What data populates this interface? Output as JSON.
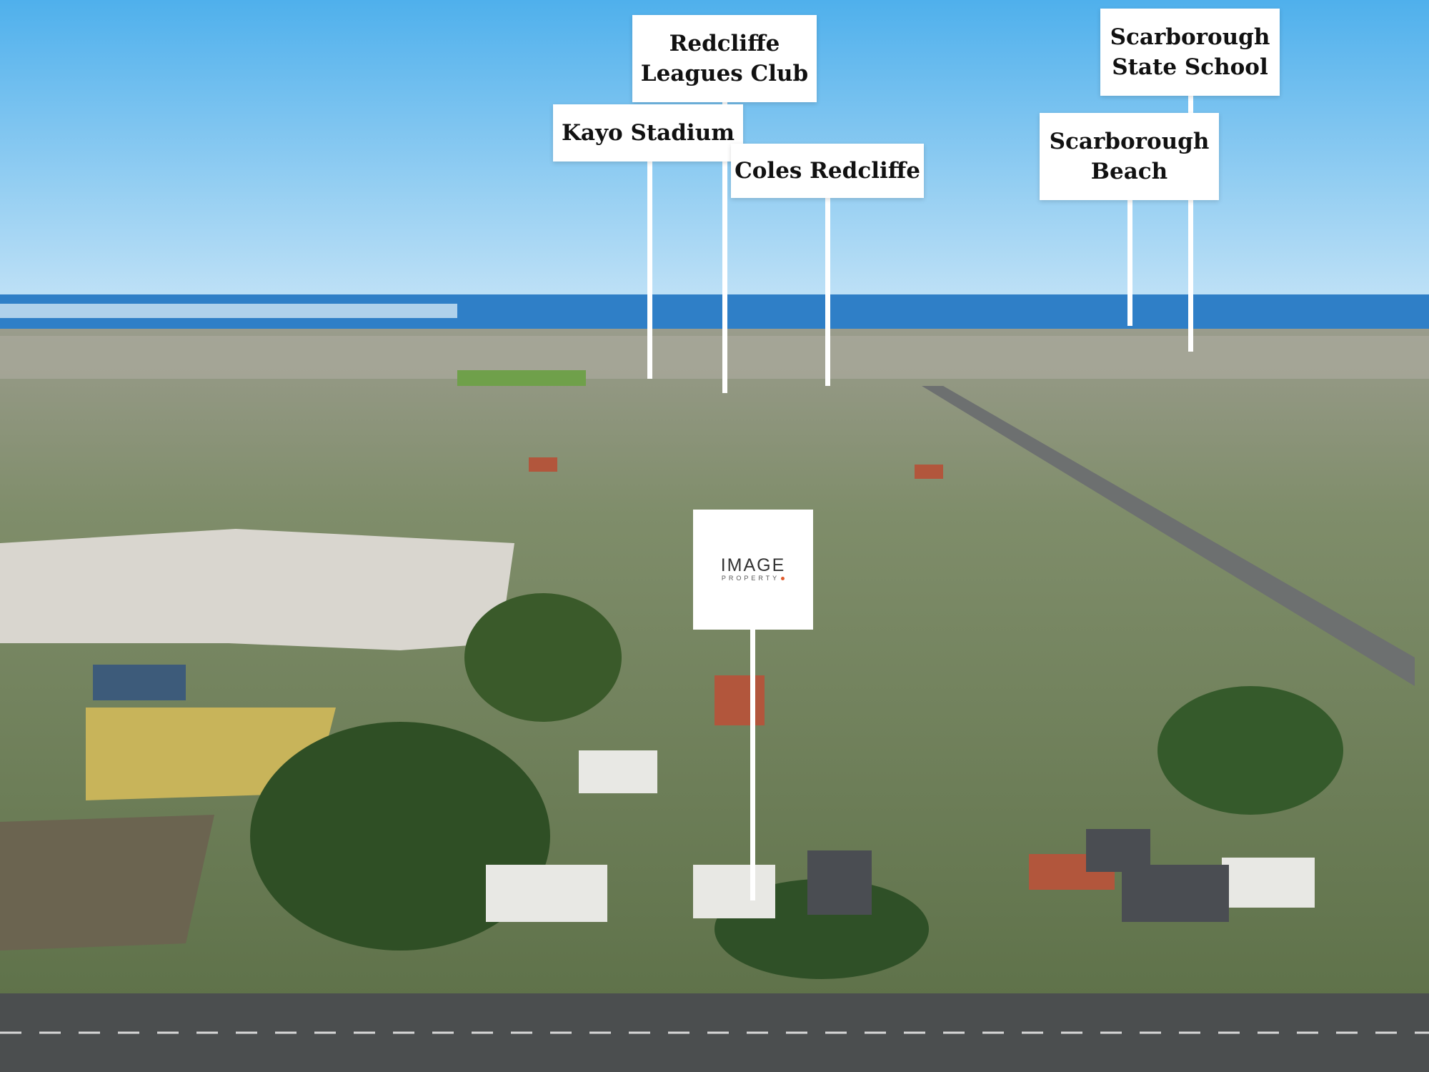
{
  "callouts": [
    {
      "id": "redcliffe-leagues-club",
      "label": "Redcliffe\nLeagues Club"
    },
    {
      "id": "kayo-stadium",
      "label": "Kayo Stadium"
    },
    {
      "id": "coles-redcliffe",
      "label": "Coles Redcliffe"
    },
    {
      "id": "scarborough-state-school",
      "label": "Scarborough\nState School"
    },
    {
      "id": "scarborough-beach",
      "label": "Scarborough\nBeach"
    }
  ],
  "logo": {
    "brand": "IMAGE",
    "sub": "PROPERTY"
  },
  "colors": {
    "sky": "#7fc3ef",
    "sea": "#2f7fc7",
    "marker": "#ffffff",
    "logo_dot": "#e05a2b"
  }
}
